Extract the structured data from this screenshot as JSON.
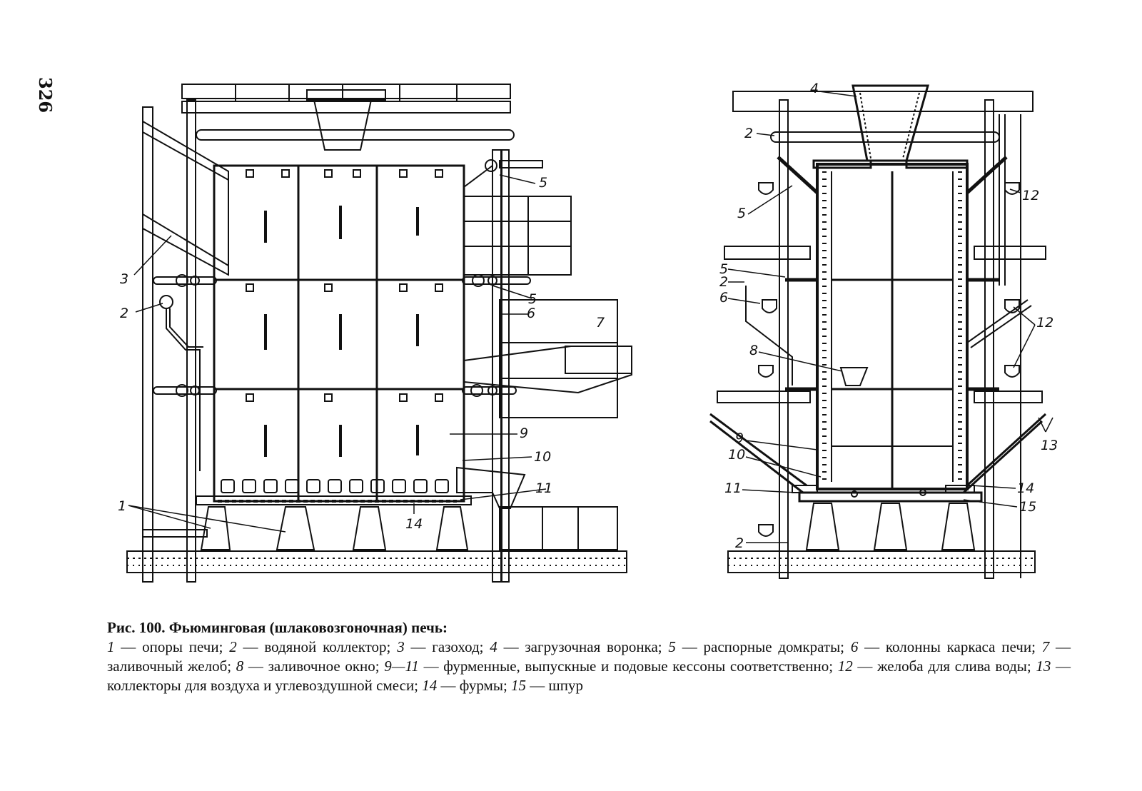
{
  "page_number": "326",
  "caption": {
    "title": "Рис. 100. Фьюминговая (шлаковозгоночная) печь:",
    "legend": [
      {
        "num": "1",
        "text": "опоры печи;"
      },
      {
        "num": "2",
        "text": "водяной коллектор;"
      },
      {
        "num": "3",
        "text": "газоход;"
      },
      {
        "num": "4",
        "text": "загрузочная воронка;"
      },
      {
        "num": "5",
        "text": "распорные домкраты;"
      },
      {
        "num": "6",
        "text": "колонны каркаса печи;"
      },
      {
        "num": "7",
        "text": "заливочный желоб;"
      },
      {
        "num": "8",
        "text": "заливочное окно;"
      },
      {
        "num": "9—11",
        "text": "фурменные, выпускные и подовые кессоны соответственно;"
      },
      {
        "num": "12",
        "text": "желоба для слива воды;"
      },
      {
        "num": "13",
        "text": "коллекторы для воздуха и углевоздушной смеси;"
      },
      {
        "num": "14",
        "text": "фурмы;"
      },
      {
        "num": "15",
        "text": "шпур"
      }
    ]
  },
  "left_view_labels": [
    "3",
    "2",
    "1",
    "5",
    "5",
    "6",
    "7",
    "9",
    "10",
    "11",
    "14"
  ],
  "right_view_labels": [
    "4",
    "2",
    "5",
    "5",
    "2",
    "6",
    "8",
    "9",
    "10",
    "11",
    "2",
    "12",
    "12",
    "13",
    "14",
    "15"
  ]
}
